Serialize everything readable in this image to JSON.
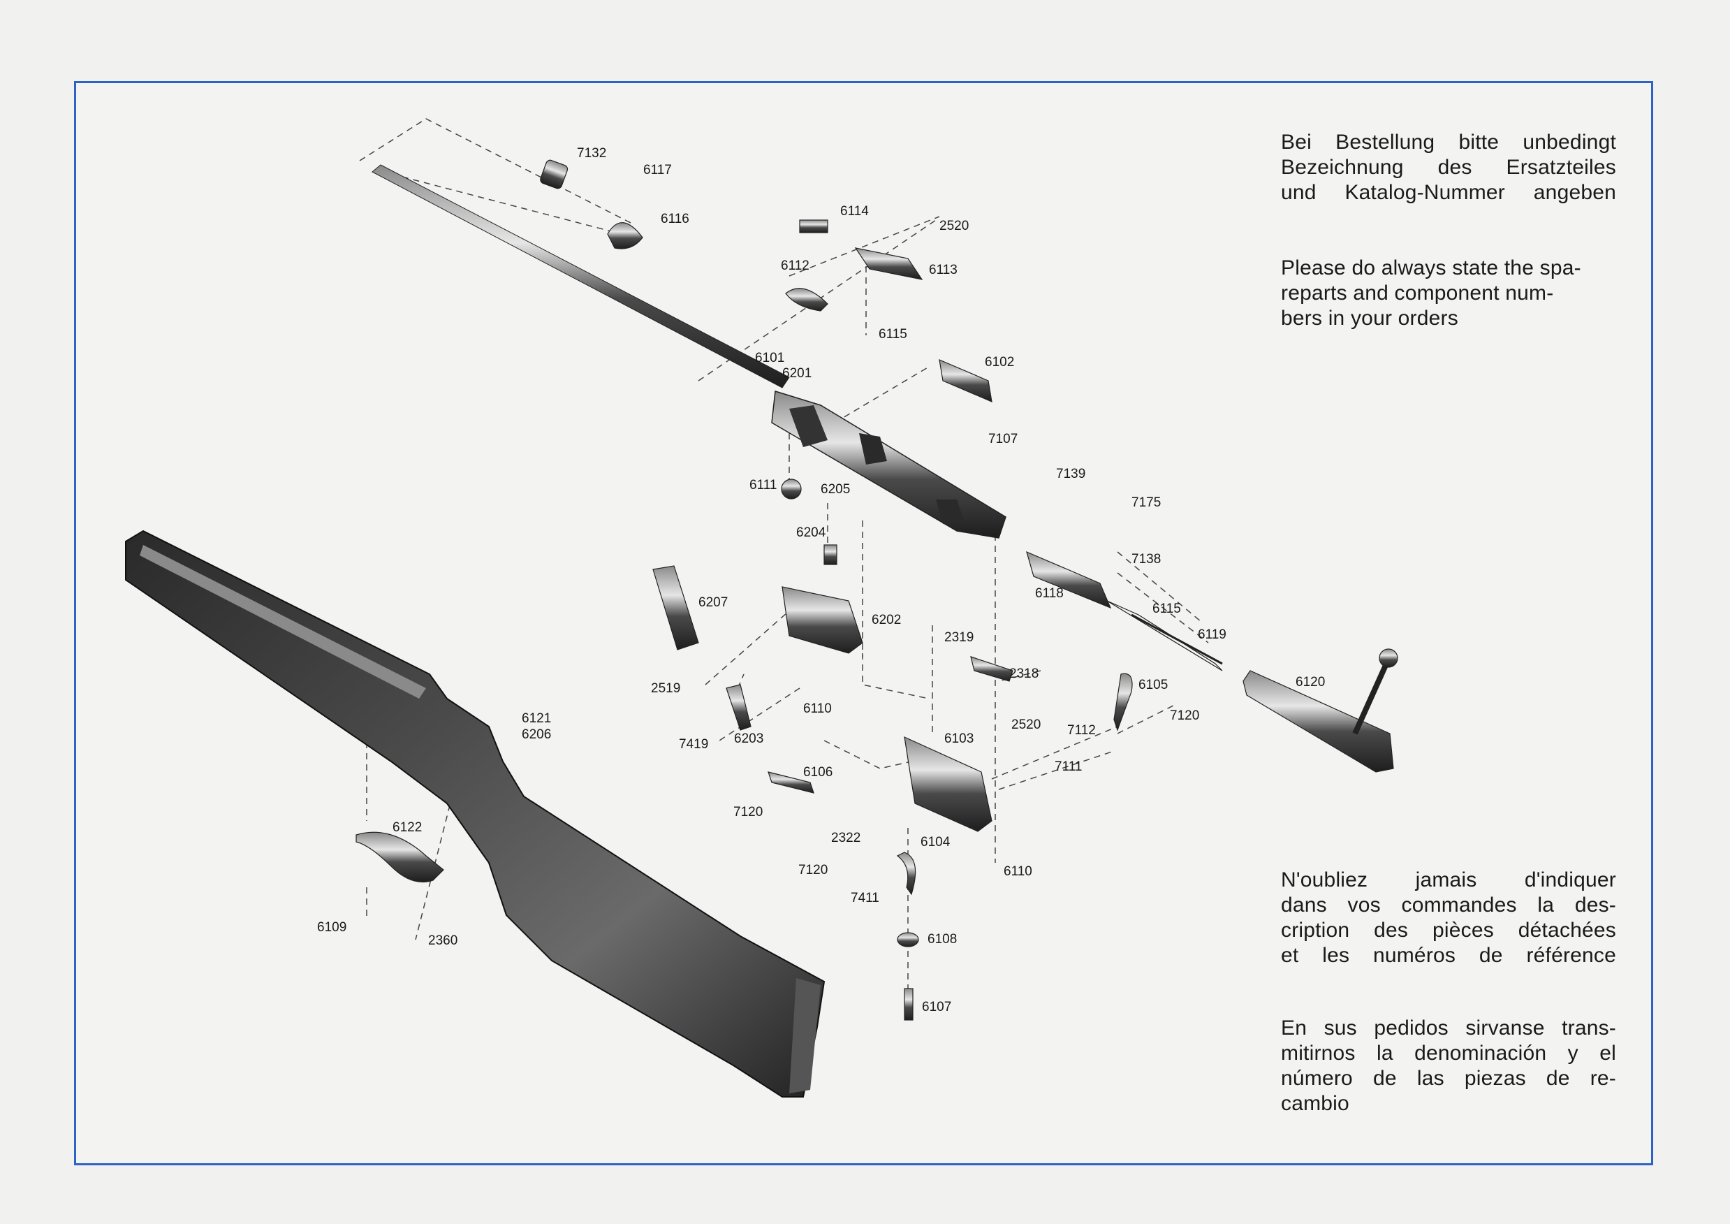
{
  "notes": {
    "german": [
      "Bei Bestellung bitte unbedingt",
      "Bezeichnung des Ersatzteiles",
      "und Katalog-Nummer angeben"
    ],
    "english": [
      "Please do always state the spa-",
      "reparts and component num-",
      "bers in your orders"
    ],
    "french": [
      "N'oubliez jamais d'indiquer",
      "dans vos commandes la des-",
      "cription des pièces détachées",
      "et les numéros de référence"
    ],
    "spanish": [
      "En sus pedidos sirvanse trans-",
      "mitirnos la denominación y el",
      "número de las piezas de re-",
      "cambio"
    ]
  },
  "part_labels": {
    "p7132": "7132",
    "p6117": "6117",
    "p6116": "6116",
    "p6114": "6114",
    "p2520a": "2520",
    "p6112": "6112",
    "p6113": "6113",
    "p6115a": "6115",
    "p6101": "6101",
    "p6201": "6201",
    "p6102": "6102",
    "p7107": "7107",
    "p6111": "6111",
    "p6205": "6205",
    "p6204": "6204",
    "p7139": "7139",
    "p7175": "7175",
    "p7138": "7138",
    "p6118": "6118",
    "p6115b": "6115",
    "p6119": "6119",
    "p6207": "6207",
    "p6202": "6202",
    "p2319": "2319",
    "p2318": "2318",
    "p6105": "6105",
    "p6120": "6120",
    "p7120a": "7120",
    "p2519": "2519",
    "p6110a": "6110",
    "p6121": "6121",
    "p6206": "6206",
    "p7419": "7419",
    "p6203": "6203",
    "p6103": "6103",
    "p2520b": "2520",
    "p7112": "7112",
    "p7111": "7111",
    "p6106": "6106",
    "p7120b": "7120",
    "p6122": "6122",
    "p2322": "2322",
    "p6104": "6104",
    "p7120c": "7120",
    "p6110b": "6110",
    "p7411": "7411",
    "p6109": "6109",
    "p2360": "2360",
    "p6108": "6108",
    "p6107": "6107"
  }
}
